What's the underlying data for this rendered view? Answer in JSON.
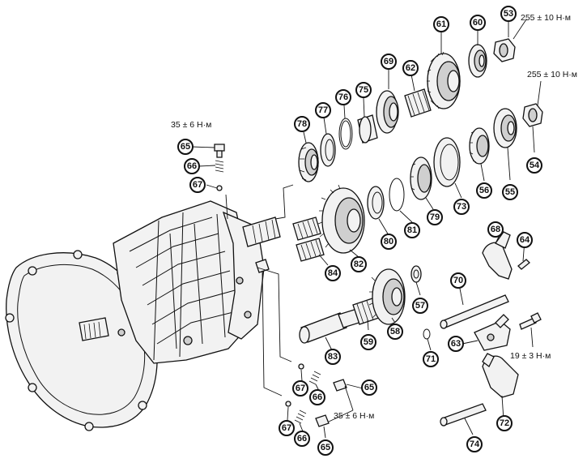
{
  "diagram": {
    "callouts": [
      {
        "id": "c53",
        "label": "53"
      },
      {
        "id": "c60",
        "label": "60"
      },
      {
        "id": "c61",
        "label": "61"
      },
      {
        "id": "c62",
        "label": "62"
      },
      {
        "id": "c69",
        "label": "69"
      },
      {
        "id": "c75",
        "label": "75"
      },
      {
        "id": "c76",
        "label": "76"
      },
      {
        "id": "c77",
        "label": "77"
      },
      {
        "id": "c78",
        "label": "78"
      },
      {
        "id": "c54",
        "label": "54"
      },
      {
        "id": "c55",
        "label": "55"
      },
      {
        "id": "c56",
        "label": "56"
      },
      {
        "id": "c73",
        "label": "73"
      },
      {
        "id": "c79",
        "label": "79"
      },
      {
        "id": "c81",
        "label": "81"
      },
      {
        "id": "c80",
        "label": "80"
      },
      {
        "id": "c82",
        "label": "82"
      },
      {
        "id": "c84",
        "label": "84"
      },
      {
        "id": "c65a",
        "label": "65"
      },
      {
        "id": "c66a",
        "label": "66"
      },
      {
        "id": "c67a",
        "label": "67"
      },
      {
        "id": "c68",
        "label": "68"
      },
      {
        "id": "c64",
        "label": "64"
      },
      {
        "id": "c70",
        "label": "70"
      },
      {
        "id": "c57",
        "label": "57"
      },
      {
        "id": "c58",
        "label": "58"
      },
      {
        "id": "c59",
        "label": "59"
      },
      {
        "id": "c83",
        "label": "83"
      },
      {
        "id": "c63",
        "label": "63"
      },
      {
        "id": "c71",
        "label": "71"
      },
      {
        "id": "c72",
        "label": "72"
      },
      {
        "id": "c74",
        "label": "74"
      },
      {
        "id": "c67b",
        "label": "67"
      },
      {
        "id": "c66b",
        "label": "66"
      },
      {
        "id": "c65b",
        "label": "65"
      },
      {
        "id": "c67c",
        "label": "67"
      },
      {
        "id": "c66c",
        "label": "66"
      },
      {
        "id": "c65c",
        "label": "65"
      }
    ],
    "torques": [
      {
        "id": "t1",
        "text": "255 ± 10 Н·м"
      },
      {
        "id": "t2",
        "text": "255 ± 10 Н·м"
      },
      {
        "id": "t3",
        "text": "35 ± 6 Н·м"
      },
      {
        "id": "t4",
        "text": "19 ± 3 Н·м"
      },
      {
        "id": "t5",
        "text": "35 ± 6 Н·м"
      }
    ]
  }
}
